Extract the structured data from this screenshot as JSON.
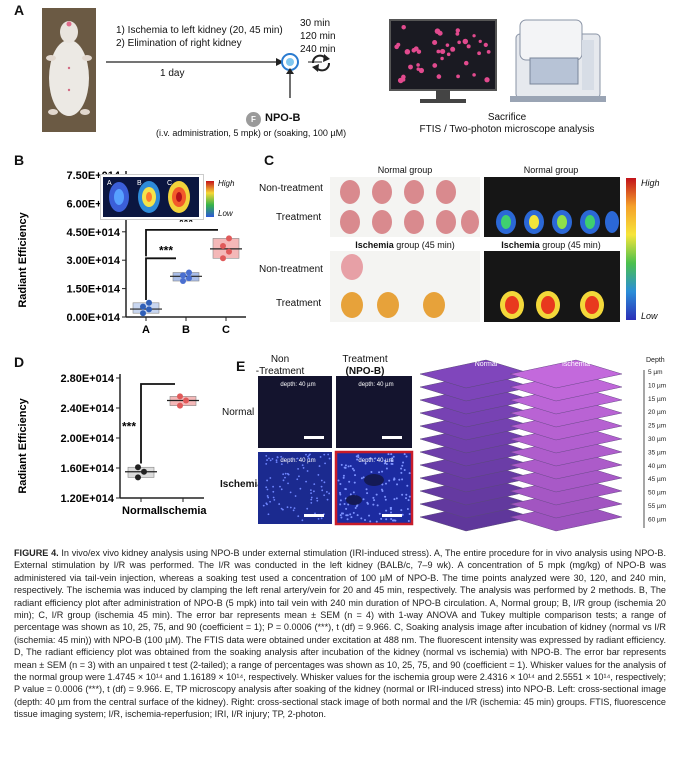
{
  "panel_labels": {
    "a": "A",
    "b": "B",
    "c": "C",
    "d": "D",
    "e": "E"
  },
  "panel_a": {
    "step1": "1) Ischemia to left kidney (20, 45 min)",
    "step2": "2) Elimination of right kidney",
    "duration": "1 day",
    "times": [
      "30 min",
      "120 min",
      "240 min"
    ],
    "probe_badge": "F",
    "probe_name": "NPO-B",
    "administration": "(i.v. administration, 5 mpk)  or (soaking, 100 µM)",
    "sacrifice": "Sacrifice",
    "analysis": "FTIS / Two-photon microscope analysis"
  },
  "panel_b_inset": {
    "labels": [
      "A",
      "B",
      "C"
    ],
    "high": "High",
    "low": "Low"
  },
  "panel_c": {
    "header_left": "Normal group",
    "header_right": "Normal group",
    "ischemia_left": "Ischemia",
    "ischemia_left_suffix": " group (45 min)",
    "ischemia_right": "Ischemia",
    "ischemia_right_suffix": " group (45 min)",
    "row_labels": [
      "Non-treatment",
      "Treatment",
      "Non-treatment",
      "Treatment"
    ],
    "scale_high": "High",
    "scale_low": "Low"
  },
  "panel_e": {
    "col1_line1": "Non",
    "col1_line2": "-Treatment",
    "col2_line1": "Treatment",
    "col2_line2": "(NPO-B)",
    "row1": "Normal",
    "row2": "Ischemia",
    "depth_tag": "depth: 40 µm",
    "stack_normal": "Normal",
    "stack_ischemia": "Ischemia",
    "depth_title": "Depth",
    "depths": [
      "5 µm",
      "10 µm",
      "15 µm",
      "20 µm",
      "25 µm",
      "30 µm",
      "35 µm",
      "40 µm",
      "45 µm",
      "50 µm",
      "55 µm",
      "60 µm"
    ]
  },
  "chart_data": [
    {
      "type": "scatter",
      "panel": "B",
      "ylabel": "Radiant Efficiency",
      "categories": [
        "A",
        "B",
        "C"
      ],
      "yticks": [
        "0.00E+014",
        "1.50E+014",
        "3.00E+014",
        "4.50E+014",
        "6.00E+014",
        "7.50E+014"
      ],
      "ylim": [
        0,
        750000000000000.0
      ],
      "series": [
        {
          "name": "A",
          "color": "#2f5fb8",
          "values": [
            20000000000000.0,
            40000000000000.0,
            55000000000000.0,
            75000000000000.0
          ]
        },
        {
          "name": "B",
          "color": "#4a6fd0",
          "values": [
            190000000000000.0,
            205000000000000.0,
            220000000000000.0,
            235000000000000.0
          ]
        },
        {
          "name": "C",
          "color": "#e05a5a",
          "values": [
            310000000000000.0,
            345000000000000.0,
            375000000000000.0,
            415000000000000.0
          ]
        }
      ],
      "means": [
        42000000000000.0,
        215000000000000.0,
        360000000000000.0
      ],
      "significance": [
        "***",
        "***"
      ]
    },
    {
      "type": "scatter",
      "panel": "D",
      "ylabel": "Radiant Efficiency",
      "categories": [
        "Normal",
        "Ischemia"
      ],
      "yticks": [
        "1.20E+014",
        "1.60E+014",
        "2.00E+014",
        "2.40E+014",
        "2.80E+014"
      ],
      "ylim": [
        120000000000000.0,
        280000000000000.0
      ],
      "series": [
        {
          "name": "Normal",
          "color": "#222222",
          "values": [
            147450000000000.0,
            155000000000000.0,
            161000000000000.0
          ]
        },
        {
          "name": "Ischemia",
          "color": "#e05a5a",
          "values": [
            243160000000000.0,
            250000000000000.0,
            255510000000000.0
          ]
        }
      ],
      "means": [
        155000000000000.0,
        250000000000000.0
      ],
      "significance": [
        "***"
      ]
    }
  ],
  "caption": {
    "lead": "FIGURE 4.",
    "text": "In vivo/ex vivo kidney analysis using NPO-B under external stimulation (IRI-induced stress). A, The entire procedure for in vivo analysis using NPO-B. External stimulation by I/R was performed. The I/R was conducted in the left kidney (BALB/c, 7–9 wk). A concentration of 5 mpk (mg/kg) of NPO-B was administered via tail-vein injection, whereas a soaking test used a concentration of 100 µM of NPO-B. The time points analyzed were 30, 120, and 240 min, respectively. The ischemia was induced by clamping the left renal artery/vein for 20 and 45 min, respectively. The analysis was performed by 2 methods. B, The radiant efficiency plot after administration of NPO-B (5 mpk) into tail vein with 240 min duration of NPO-B circulation. A, Normal group; B, I/R group (ischemia 20 min); C, I/R group (ischemia 45 min). The error bar represents mean ± SEM (n = 4) with 1-way ANOVA and Tukey multiple comparison tests; a range of percentage was shown as 10, 25, 75, and 90 (coefficient = 1); P = 0.0006 (***), t (df) = 9.966. C, Soaking analysis image after incubation of kidney (normal vs I/R (ischemia: 45 min)) with NPO-B (100 µM). The FTIS data were obtained under excitation at 488 nm. The fluorescent intensity was expressed by radiant efficiency. D, The radiant efficiency plot was obtained from the soaking analysis after incubation of the kidney (normal vs ischemia) with NPO-B. The error bar represents mean ± SEM (n = 3) with an unpaired t test (2-tailed); a range of percentages was shown as 10, 25, 75, and 90 (coefficient = 1). Whisker values for the analysis of the normal group were 1.4745 × 10¹⁴ and 1.16189 × 10¹⁴, respectively. Whisker values for the ischemia group were 2.4316 × 10¹⁴ and 2.5551 × 10¹⁴, respectively; P value = 0.0006 (***), t (df) = 9.966. E, TP microscopy analysis after soaking of the kidney (normal or IRI-induced stress) into NPO-B. Left: cross-sectional image (depth: 40 µm from the central surface of the kidney). Right: cross-sectional stack image of both normal and the I/R (ischemia: 45 min) groups. FTIS, fluorescence tissue imaging system; I/R, ischemia-reperfusion; IRI, I/R injury; TP, 2-photon."
  }
}
